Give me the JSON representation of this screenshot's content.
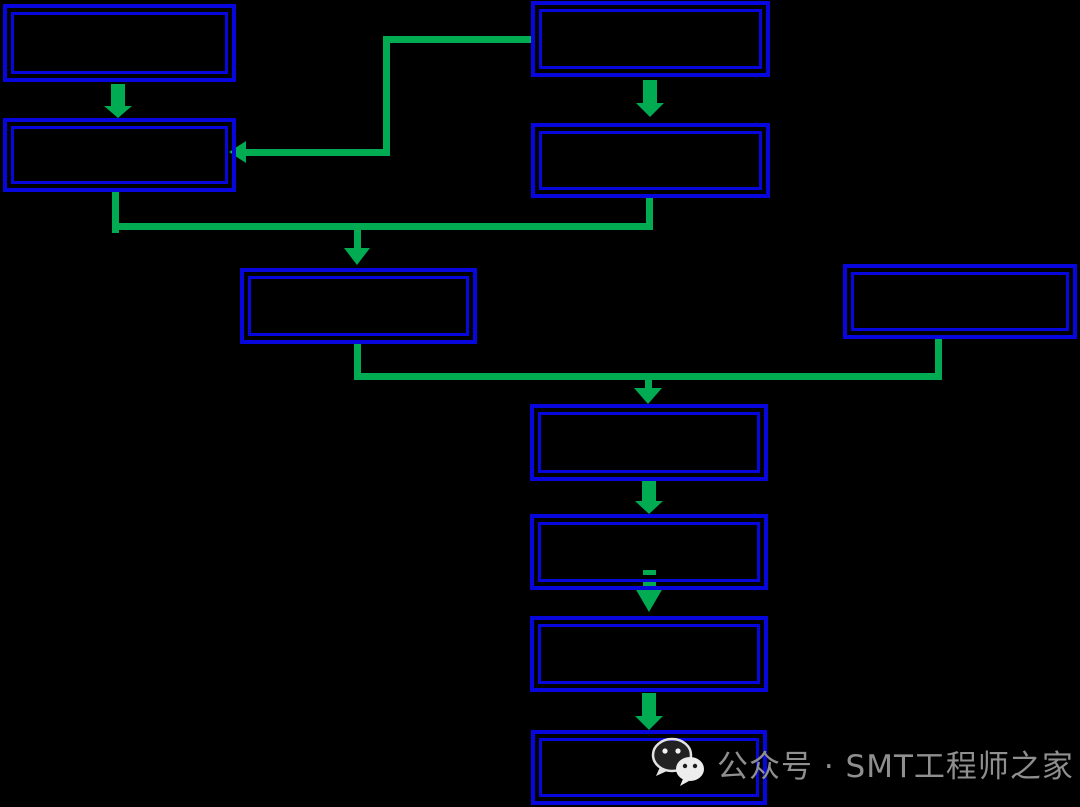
{
  "diagram": {
    "type": "flowchart",
    "background_color": "#000000",
    "node_border_color": "#0707dd",
    "connector_color": "#00ab52",
    "nodes": [
      {
        "id": "top-left",
        "label": ""
      },
      {
        "id": "top-right",
        "label": ""
      },
      {
        "id": "left-row2",
        "label": ""
      },
      {
        "id": "right-row2",
        "label": ""
      },
      {
        "id": "middle-row3",
        "label": ""
      },
      {
        "id": "far-right-row3",
        "label": ""
      },
      {
        "id": "center-row4",
        "label": ""
      },
      {
        "id": "center-row5",
        "label": ""
      },
      {
        "id": "center-row6",
        "label": ""
      },
      {
        "id": "center-row7",
        "label": ""
      }
    ],
    "edges": [
      {
        "from": "top-left",
        "to": "left-row2",
        "style": "block-arrow"
      },
      {
        "from": "top-right",
        "to": "right-row2",
        "style": "block-arrow"
      },
      {
        "from": "top-right",
        "to": "left-row2",
        "style": "elbow-line-arrow"
      },
      {
        "from": "left-row2",
        "to": "middle-row3",
        "style": "elbow-line-arrow"
      },
      {
        "from": "right-row2",
        "to": "middle-row3",
        "style": "elbow-line-arrow"
      },
      {
        "from": "middle-row3",
        "to": "center-row4",
        "style": "elbow-line-arrow"
      },
      {
        "from": "far-right-row3",
        "to": "center-row4",
        "style": "elbow-line-arrow"
      },
      {
        "from": "center-row4",
        "to": "center-row5",
        "style": "block-arrow"
      },
      {
        "from": "center-row5",
        "to": "center-row6",
        "style": "dashed-block-arrow"
      },
      {
        "from": "center-row6",
        "to": "center-row7",
        "style": "block-arrow"
      }
    ]
  },
  "watermark": {
    "icon": "wechat-icon",
    "text": "公众号 · SMT工程师之家",
    "text_color": "#8f8f8f"
  }
}
